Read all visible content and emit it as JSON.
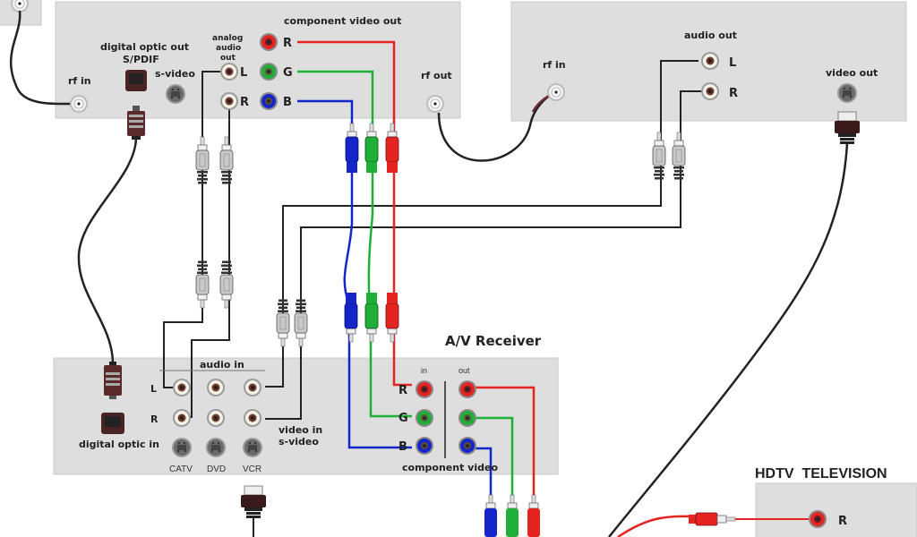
{
  "title": "Home Theater AV Connection Diagram",
  "colors": {
    "panel": "#dedede",
    "red": "#e52421",
    "green": "#1fae37",
    "blue": "#1526c8",
    "cable": "#222222",
    "optic": "#5b2a2a"
  },
  "devices": {
    "source": {
      "rf_in": "rf in",
      "optic_out_line1": "digital optic out",
      "optic_out_line2": "S/PDIF",
      "svideo": "s-video",
      "analog_line1": "analog",
      "analog_line2": "audio",
      "analog_line3": "out",
      "audio_L": "L",
      "audio_R": "R",
      "component_title": "component video out",
      "comp_R": "R",
      "comp_G": "G",
      "comp_B": "B",
      "rf_out": "rf out"
    },
    "vcr": {
      "rf_in": "rf in",
      "audio_out": "audio out",
      "audio_L": "L",
      "audio_R": "R",
      "video_out": "video out"
    },
    "receiver": {
      "title": "A/V Receiver",
      "audio_in": "audio in",
      "row_L": "L",
      "row_R": "R",
      "optic_in": "digital optic in",
      "svideo_labels": [
        "CATV",
        "DVD",
        "VCR"
      ],
      "video_in_line1": "video in",
      "video_in_line2": "s-video",
      "comp_in": "in",
      "comp_out": "out",
      "comp_R": "R",
      "comp_G": "G",
      "comp_B": "B",
      "comp_title": "component video"
    },
    "tv": {
      "title": "HDTV  TELEVISION",
      "comp_R": "R"
    }
  }
}
